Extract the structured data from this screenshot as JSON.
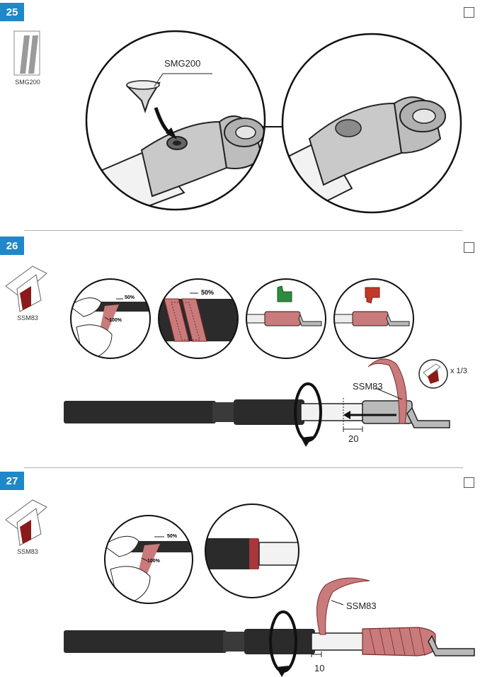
{
  "steps": [
    {
      "number": "25",
      "product_code": "SMG200",
      "callout": "SMG200"
    },
    {
      "number": "26",
      "product_code": "SSM83",
      "detail_labels": {
        "overlap": "50%",
        "stretch": "100%",
        "overlap_zoom": "50%"
      },
      "thumbs": {
        "good_color": "#2e8b3e",
        "bad_color": "#c0392b"
      },
      "callout": "SSM83",
      "multiplier": "x 1/3",
      "dimension": "20"
    },
    {
      "number": "27",
      "product_code": "SSM83",
      "detail_labels": {
        "overlap": "50%",
        "stretch": "100%"
      },
      "callout": "SSM83",
      "dimension": "10"
    }
  ],
  "colors": {
    "badge": "#1e88c8",
    "tape": "#c97a7a",
    "tape_dark": "#a8363b",
    "cable": "#2b2b2b",
    "lug": "#b9b9b9"
  }
}
